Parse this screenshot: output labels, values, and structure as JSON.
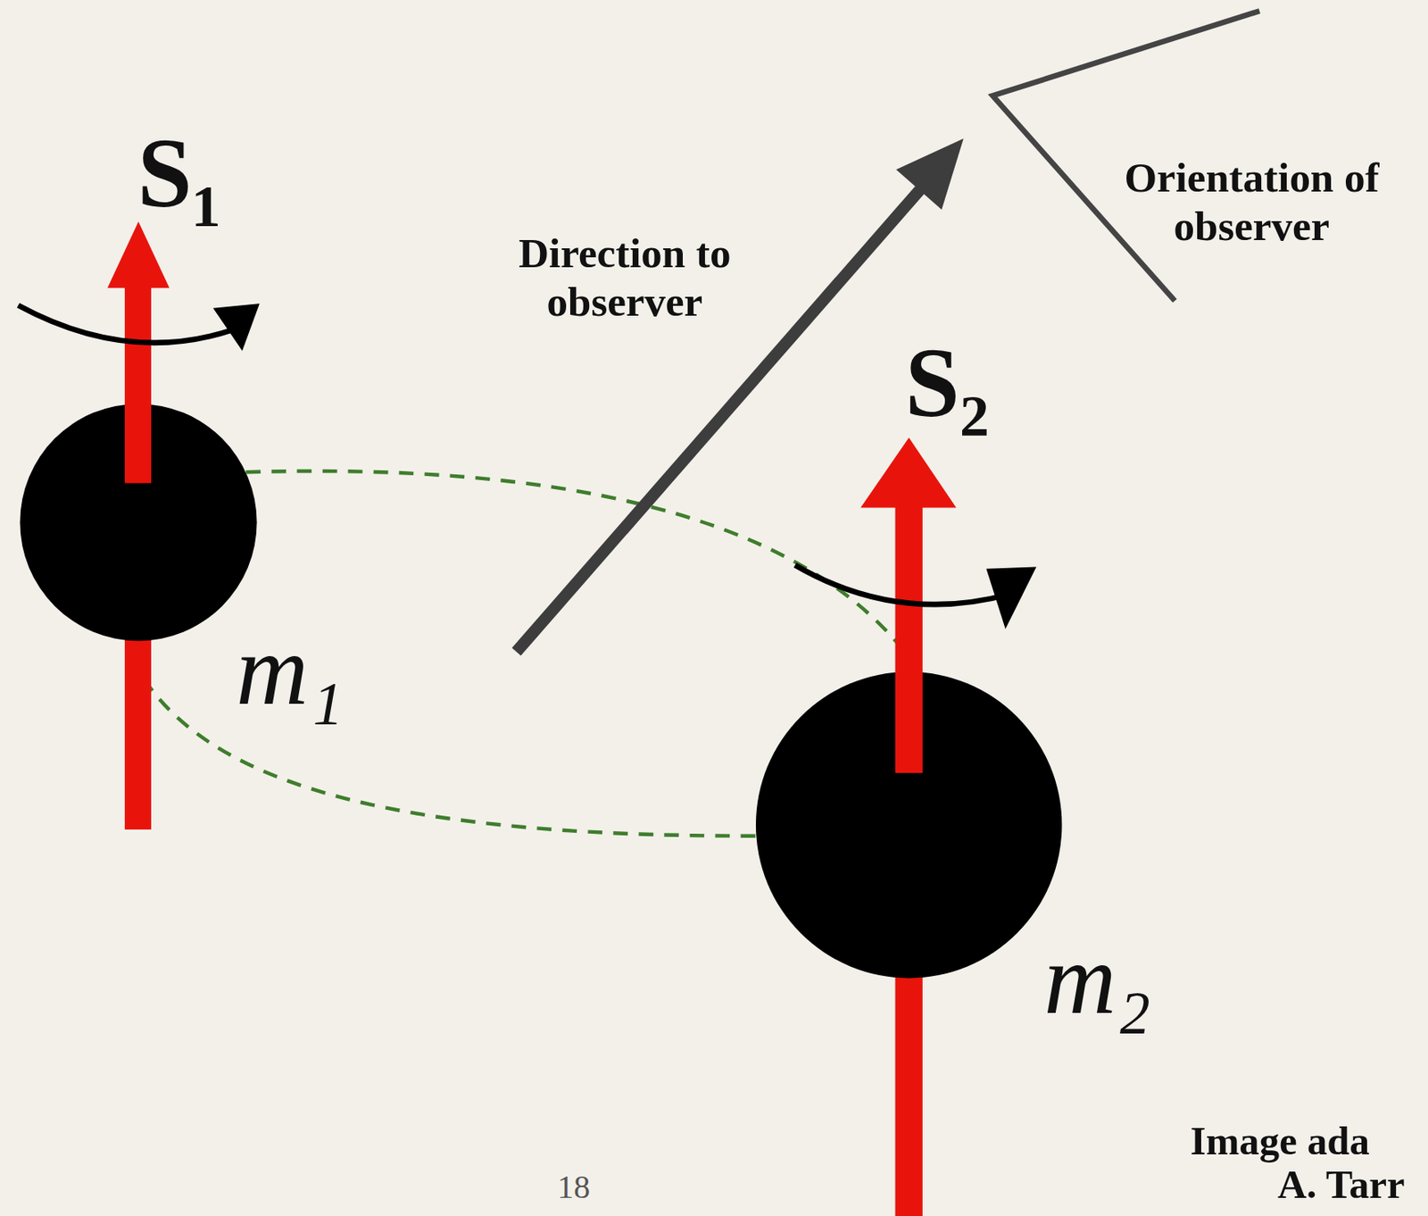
{
  "diagram": {
    "labels": [
      "S₁",
      "Direction to observer",
      "Orientation of observer",
      "S₂",
      "m₁",
      "m₂",
      "Image ada",
      "A. Tarr",
      "18"
    ]
  }
}
